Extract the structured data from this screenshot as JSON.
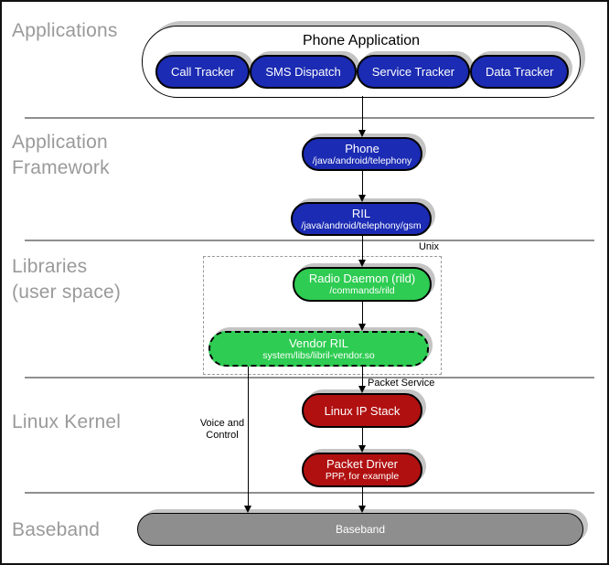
{
  "layers": {
    "applications": {
      "label": "Applications"
    },
    "application_framework": {
      "line1": "Application",
      "line2": "Framework"
    },
    "libraries": {
      "line1": "Libraries",
      "line2": "(user space)"
    },
    "linux_kernel": {
      "label": "Linux Kernel"
    },
    "baseband": {
      "label": "Baseband"
    }
  },
  "phone_application": {
    "title": "Phone Application",
    "apps": [
      {
        "label": "Call Tracker"
      },
      {
        "label": "SMS Dispatch"
      },
      {
        "label": "Service Tracker"
      },
      {
        "label": "Data Tracker"
      }
    ]
  },
  "nodes": {
    "phone": {
      "title": "Phone",
      "subtitle": "/java/android/telephony"
    },
    "ril": {
      "title": "RIL",
      "subtitle": "/java/android/telephony/gsm"
    },
    "radio_daemon": {
      "title": "Radio Daemon (rild)",
      "subtitle": "/commands/rild"
    },
    "vendor_ril": {
      "title": "Vendor RIL",
      "subtitle": "system/libs/libril-vendor.so"
    },
    "linux_ip_stack": {
      "title": "Linux IP Stack"
    },
    "packet_driver": {
      "title": "Packet Driver",
      "subtitle": "PPP, for example"
    },
    "baseband": {
      "title": "Baseband"
    }
  },
  "annotations": {
    "unix": "Unix",
    "packet_service": "Packet Service",
    "voice_control_line1": "Voice and",
    "voice_control_line2": "Control"
  },
  "colors": {
    "app_blue": "#1b2bb3",
    "daemon_green": "#2ecc52",
    "kernel_red": "#b11010",
    "baseband_gray": "#8e8e8e",
    "shadow_gray": "#c4c4c4",
    "layer_label_gray": "#9a9a9a",
    "divider_gray": "#8f8f8f"
  }
}
